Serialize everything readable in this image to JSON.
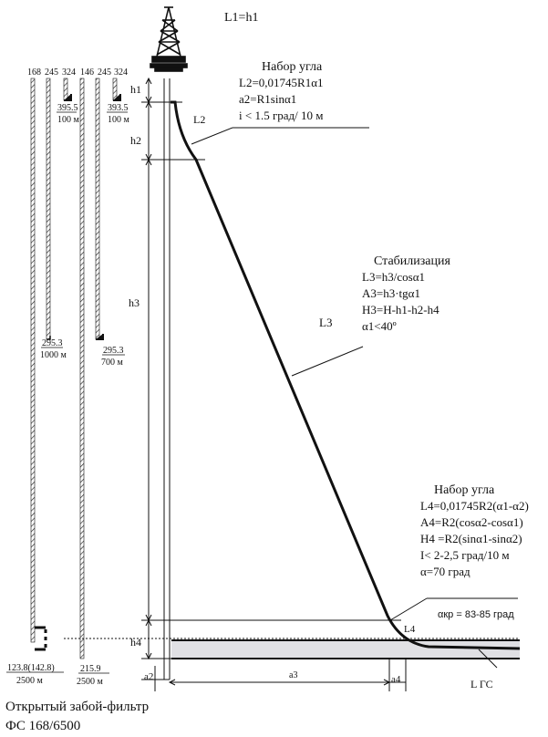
{
  "diagram": {
    "top_formula": "L1=h1",
    "section1": {
      "title": "Набор угла",
      "lines": [
        "L2=0,01745R1α1",
        "a2=R1sinα1",
        "i < 1.5 град/ 10 м"
      ]
    },
    "section2": {
      "title": "Стабилизация",
      "lines": [
        "L3=h3/cosα1",
        "A3=h3·tgα1",
        "H3=H-h1-h2-h4",
        "α1<40º"
      ]
    },
    "section3": {
      "title": "Набор угла",
      "lines": [
        "L4=0,01745R2(α1-α2)",
        "A4=R2(cosα2-cosα1)",
        "H4 =R2(sinα1-sinα2)",
        "I< 2-2,5 град/10 м",
        "α=70 град"
      ]
    },
    "alpha_kr": "αкр = 83-85 град",
    "labels": {
      "L2": "L2",
      "L3": "L3",
      "L4": "L4",
      "LGS": "L ГС",
      "h1": "h1",
      "h2": "h2",
      "h3": "h3",
      "h4": "h4",
      "a2": "a2",
      "a3": "a3",
      "a4": "a4"
    },
    "casing": {
      "top_diameters": [
        "168",
        "245",
        "324",
        "146",
        "245",
        "324"
      ],
      "left_shoe_upper": "395.5",
      "left_depth_upper": "100 м",
      "right_shoe_upper": "393.5",
      "right_depth_upper": "100 м",
      "left_shoe_mid": "295.3",
      "left_depth_mid": "1000 м",
      "right_shoe_mid": "295.3",
      "right_depth_mid": "700 м",
      "left_shoe_bottom": "123.8(142.8)",
      "left_depth_bottom": "2500 м",
      "right_shoe_bottom": "215.9",
      "right_depth_bottom": "2500 м"
    },
    "caption_line1": "Открытый забой-фильтр",
    "caption_line2": "ФС 168/6500"
  }
}
